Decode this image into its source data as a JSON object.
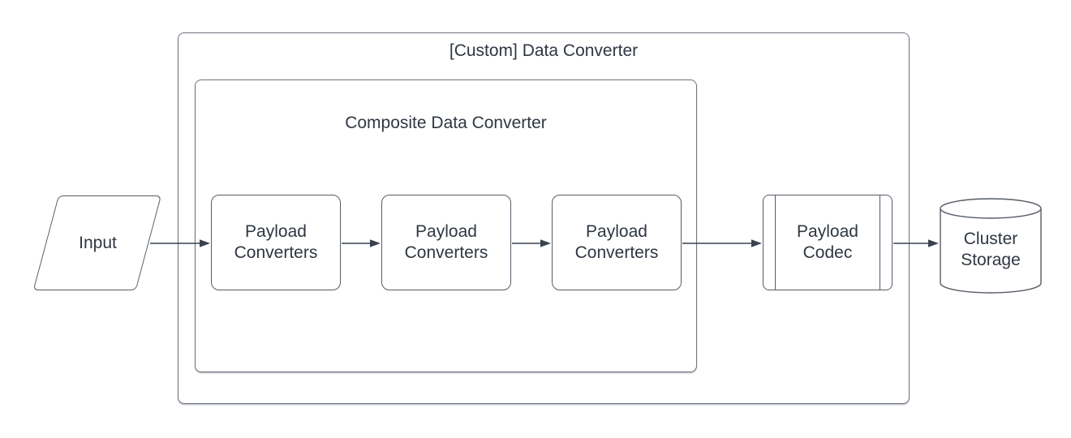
{
  "colors": {
    "background": "#ffffff",
    "container_stroke": "#6c737d",
    "node_stroke": "#555d67",
    "arrow": "#39424e",
    "text": "#2e3742"
  },
  "diagram": {
    "outer_container": {
      "title": "[Custom] Data Converter"
    },
    "inner_container": {
      "title": "Composite Data Converter"
    },
    "input_node": {
      "label": "Input",
      "shape": "parallelogram"
    },
    "payload_converter_nodes": [
      {
        "label": "Payload Converters"
      },
      {
        "label": "Payload Converters"
      },
      {
        "label": "Payload Converters"
      }
    ],
    "payload_codec_node": {
      "label": "Payload Codec",
      "shape": "predefined-process"
    },
    "cluster_storage_node": {
      "label": "Cluster Storage",
      "shape": "cylinder"
    },
    "flow": "Input -> Payload Converters -> Payload Converters -> Payload Converters -> Payload Codec -> Cluster Storage"
  }
}
